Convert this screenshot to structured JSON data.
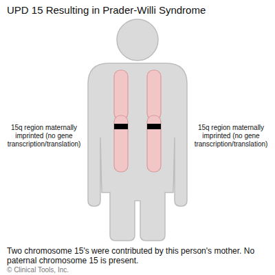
{
  "diagram": {
    "title": "UPD 15 Resulting in Prader-Willi Syndrome",
    "caption": "Two chromosome 15's were contributed by this person's mother. No paternal chromosome 15 is present.",
    "labels": [
      "15q region maternally imprinted (no gene transcription/translation)",
      "15q region maternally imprinted (no gene transcription/translation)",
      "© Clinical Tools, Inc."
    ]
  }
}
